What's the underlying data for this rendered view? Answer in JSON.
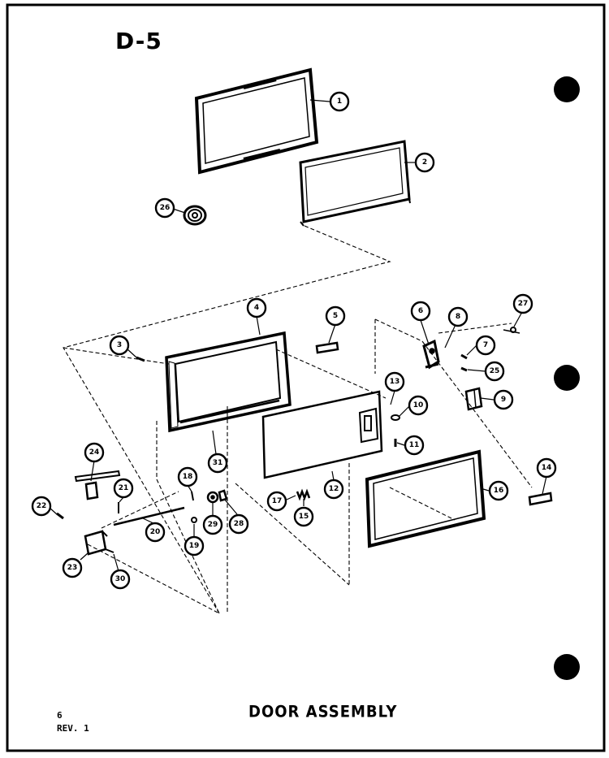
{
  "page_label": "D-5",
  "title": "DOOR ASSEMBLY",
  "page_number": "6",
  "revision": "REV. 1",
  "callouts": [
    "1",
    "2",
    "26",
    "4",
    "5",
    "3",
    "6",
    "8",
    "27",
    "7",
    "25",
    "9",
    "13",
    "10",
    "11",
    "12",
    "16",
    "14",
    "17",
    "15",
    "24",
    "21",
    "18",
    "22",
    "20",
    "29",
    "28",
    "19",
    "23",
    "30",
    "31"
  ]
}
